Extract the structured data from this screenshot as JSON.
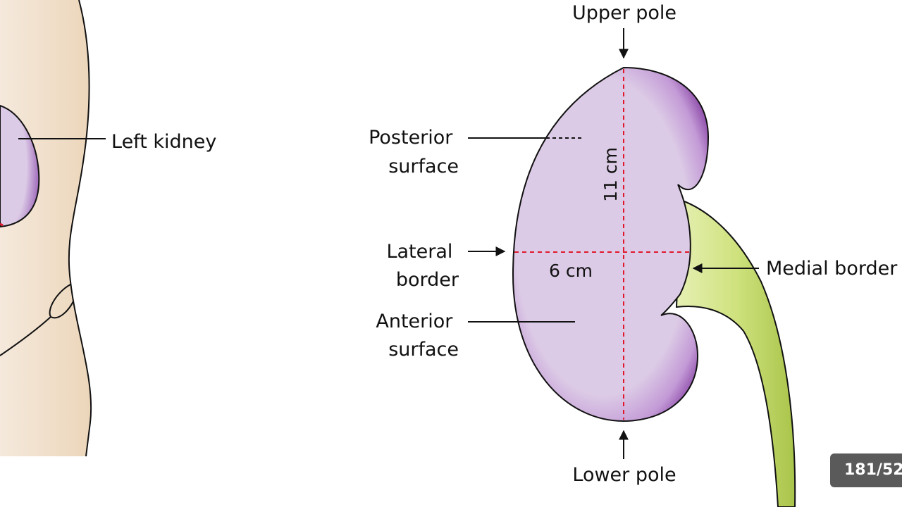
{
  "labels": {
    "left_kidney": "Left kidney",
    "upper_pole": "Upper pole",
    "lower_pole": "Lower pole",
    "posterior_surface": [
      "Posterior",
      "surface"
    ],
    "lateral_border": [
      "Lateral",
      "border"
    ],
    "anterior_surface": [
      "Anterior",
      "surface"
    ],
    "medial_border": "Medial border"
  },
  "dimensions": {
    "length": "11 cm",
    "width": "6 cm"
  },
  "slide_counter": "181/52",
  "colors": {
    "kidney_fill": "#dccbe6",
    "kidney_edge": "#9c63b6",
    "ureter": "#d4e68a",
    "skin": "#efdcc6",
    "dash": "#e0192d",
    "counter_bg": "#5a5a5a"
  }
}
